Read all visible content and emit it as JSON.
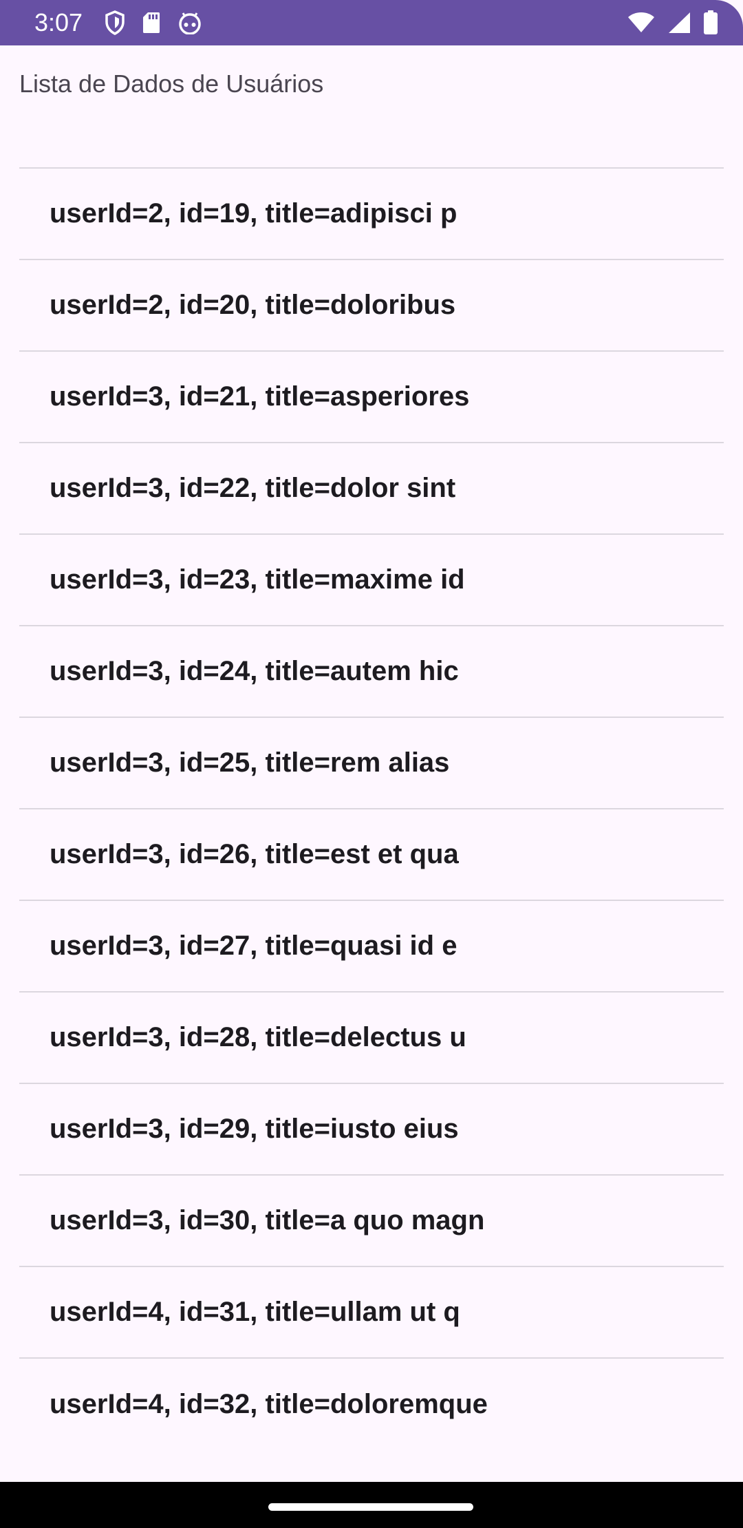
{
  "status_bar": {
    "time": "3:07",
    "left_icons": [
      "shield-icon",
      "sd-card-icon",
      "android-face-icon"
    ],
    "right_icons": [
      "wifi-icon",
      "cellular-signal-icon",
      "battery-icon"
    ],
    "background_color": "#6750A4"
  },
  "header": {
    "title": "Lista de Dados de Usuários"
  },
  "list": {
    "items": [
      {
        "label": "userId=2, id=19, title=adipisci p"
      },
      {
        "label": "userId=2, id=20, title=doloribus"
      },
      {
        "label": "userId=3, id=21, title=asperiores"
      },
      {
        "label": "userId=3, id=22, title=dolor sint"
      },
      {
        "label": "userId=3, id=23, title=maxime id"
      },
      {
        "label": "userId=3, id=24, title=autem hic"
      },
      {
        "label": "userId=3, id=25, title=rem alias"
      },
      {
        "label": "userId=3, id=26, title=est et qua"
      },
      {
        "label": "userId=3, id=27, title=quasi id e"
      },
      {
        "label": "userId=3, id=28, title=delectus u"
      },
      {
        "label": "userId=3, id=29, title=iusto eius"
      },
      {
        "label": "userId=3, id=30, title=a quo magn"
      },
      {
        "label": "userId=4, id=31, title=ullam ut q"
      },
      {
        "label": "userId=4, id=32, title=doloremque"
      }
    ]
  },
  "colors": {
    "background": "#FEF7FF",
    "divider": "#DCD7DF",
    "text_primary": "#1D1B20",
    "nav_bar": "#000000"
  }
}
